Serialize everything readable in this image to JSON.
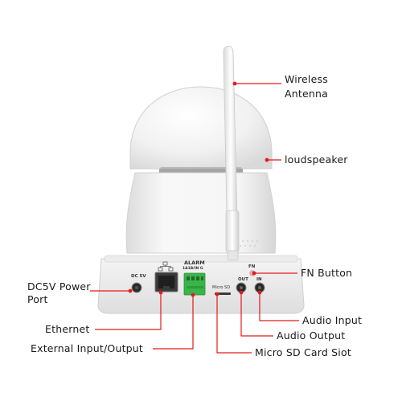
{
  "labels": {
    "wireless_antenna_line1": "Wireless",
    "wireless_antenna_line2": "Antenna",
    "loudspeaker": "loudspeaker",
    "fn_button": "FN Button",
    "dc5v_line1": "DC5V Power",
    "dc5v_line2": "Port",
    "ethernet": "Ethernet",
    "external_io": "External Input/Output",
    "audio_input": "Audio Input",
    "audio_output": "Audio Output",
    "micro_sd": "Micro SD Card Siot"
  },
  "panel_text": {
    "dc": "DC 5V",
    "alarm": "ALARM",
    "alarm_sub": "1A1B/IN G",
    "micro_sd": "Micro SD",
    "fn": "FN",
    "out": "OUT",
    "in": "IN"
  },
  "colors": {
    "callout": "#e21b1b",
    "body": "#f4f4f4",
    "terminal": "#39b54a",
    "label_text": "#1a1a1a"
  }
}
